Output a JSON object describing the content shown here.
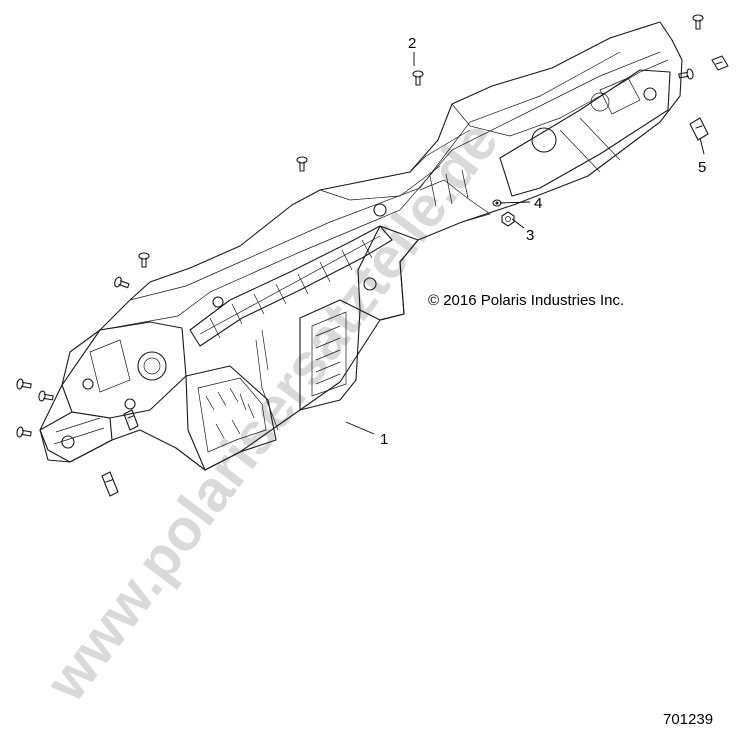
{
  "watermark": {
    "text": "www.polarisersatzteile.de",
    "color": "#d9d9d9"
  },
  "copyright": "© 2016 Polaris Industries Inc.",
  "figure_id": "701239",
  "callouts": [
    {
      "label": "1"
    },
    {
      "label": "2"
    },
    {
      "label": "3"
    },
    {
      "label": "4"
    },
    {
      "label": "5"
    }
  ]
}
